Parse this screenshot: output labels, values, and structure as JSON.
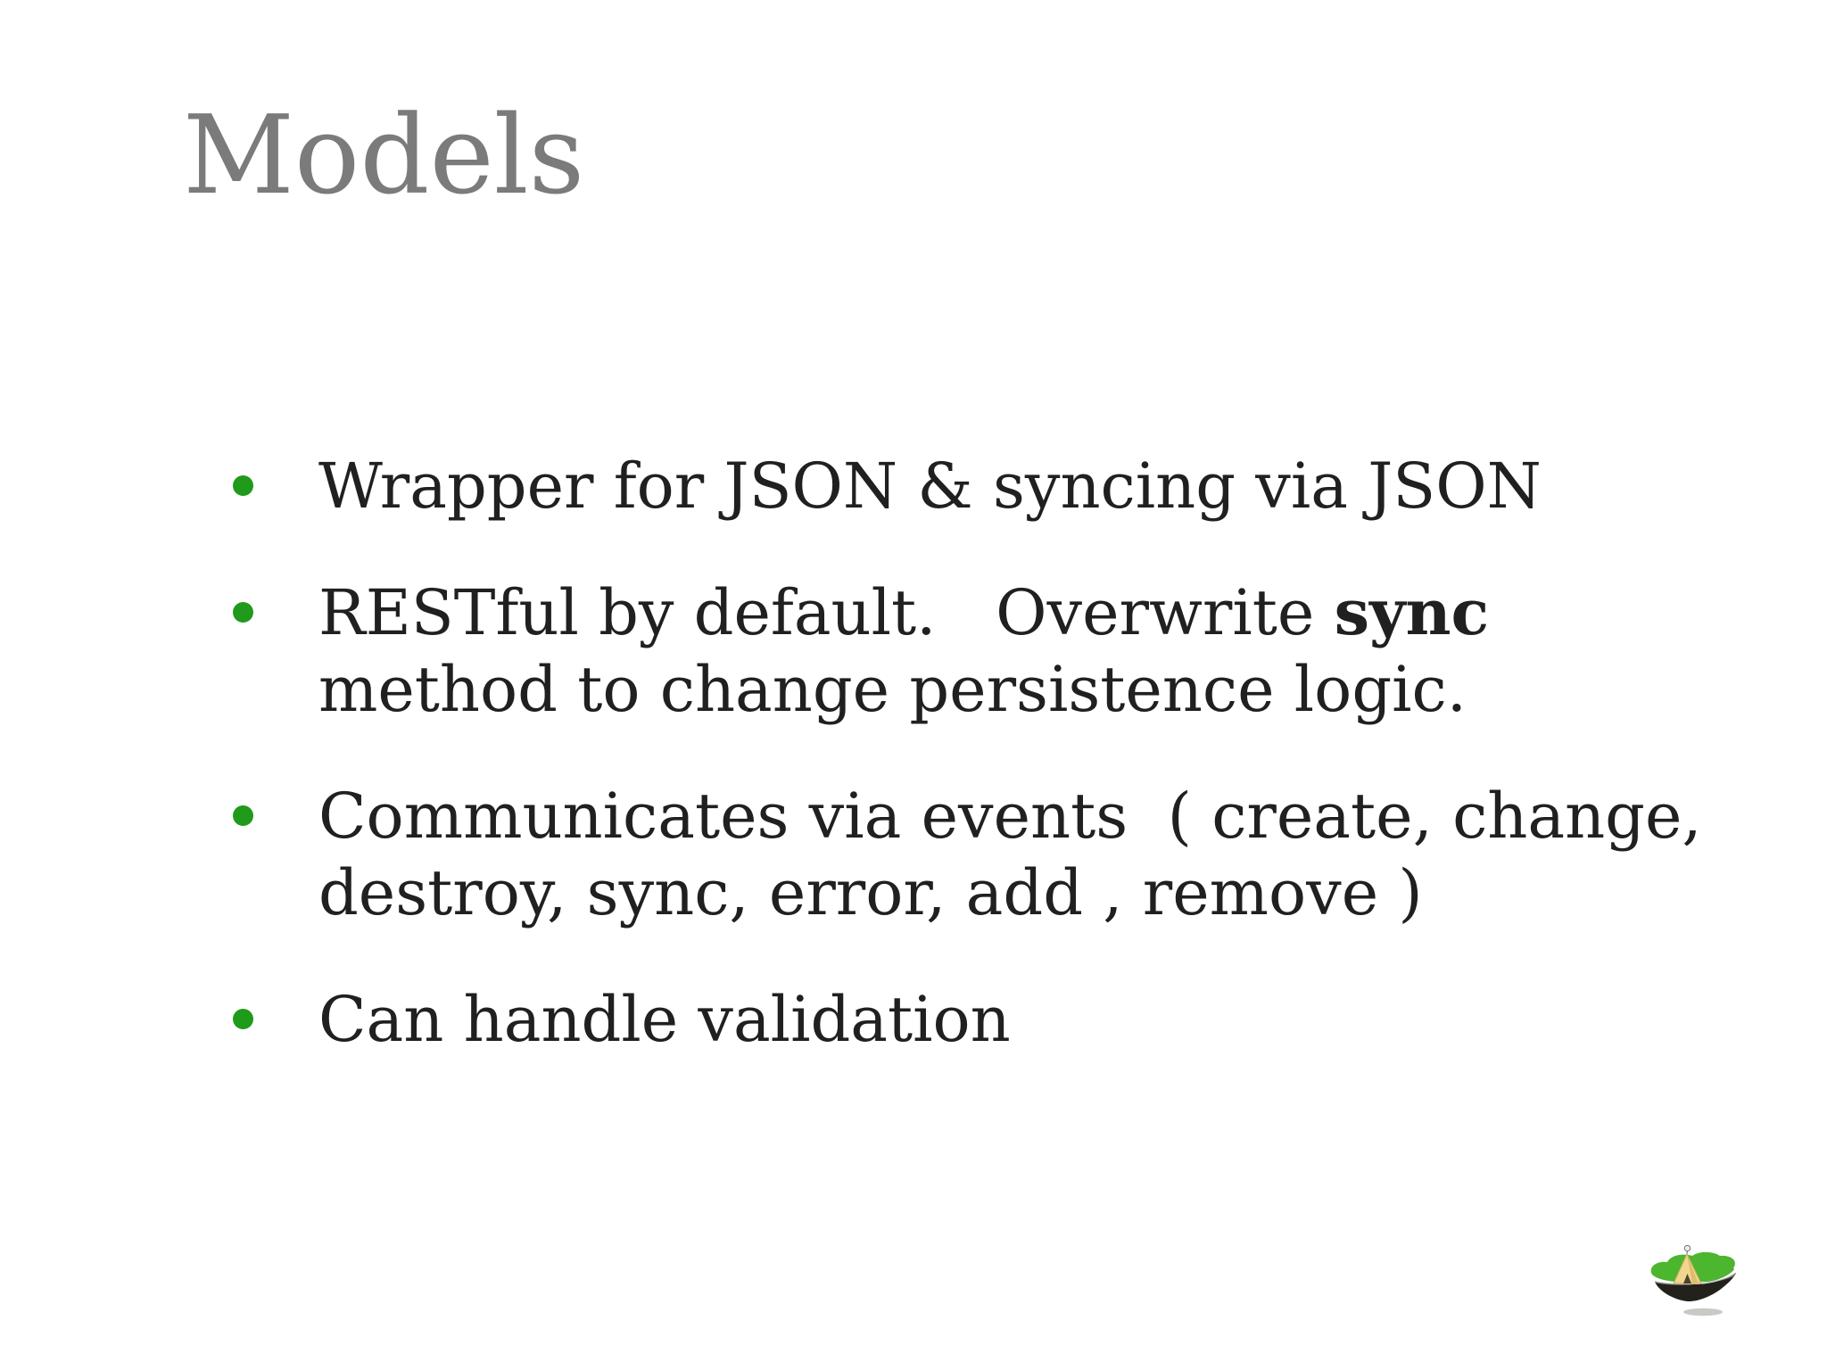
{
  "slide": {
    "title": "Models",
    "bullets": [
      {
        "lines": [
          [
            {
              "text": "Wrapper for JSON & syncing via JSON",
              "bold": false
            }
          ]
        ]
      },
      {
        "lines": [
          [
            {
              "text": "RESTful by default.   Overwrite ",
              "bold": false
            },
            {
              "text": "sync",
              "bold": true
            }
          ],
          [
            {
              "text": "method to change persistence logic.",
              "bold": false
            }
          ]
        ]
      },
      {
        "lines": [
          [
            {
              "text": "Communicates via events  ( create, change,",
              "bold": false
            }
          ],
          [
            {
              "text": "destroy, sync, error, add , remove )",
              "bold": false
            }
          ]
        ]
      },
      {
        "lines": [
          [
            {
              "text": "Can handle validation",
              "bold": false
            }
          ]
        ]
      }
    ],
    "colors": {
      "background": "#ffffff",
      "title_text": "#7b7b7b",
      "body_text": "#202020",
      "bullet_dot": "#1f9a1a"
    },
    "logo": {
      "name": "floating-island-teepee-logo",
      "colors": {
        "grass": "#4cb62e",
        "grass_shade": "#3da024",
        "underside": "#23211b",
        "tent": "#f1d78d",
        "tent_shade": "#dfbd6e",
        "tent_outline": "#c9a95f",
        "door": "#4a432e",
        "ball": "#eeeeee",
        "shadow": "#c9c9c5"
      }
    }
  }
}
